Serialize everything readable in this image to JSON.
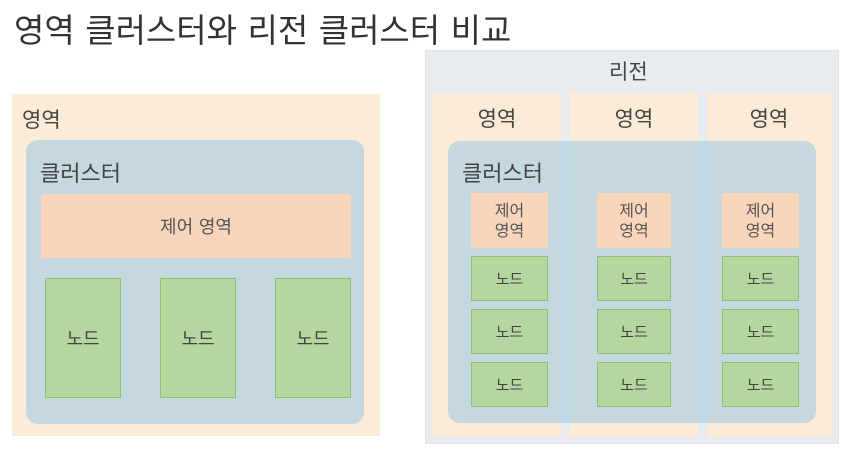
{
  "title": "영역 클러스터와 리전 클러스터 비교",
  "colors": {
    "zone": "#fcebd6",
    "cluster": "#b0d0e2",
    "control_plane": "#f8d5bb",
    "node": "#b6d6a0",
    "region": "#e8ecf1"
  },
  "zonal": {
    "zone_label": "영역",
    "cluster_label": "클러스터",
    "control_plane_label": "제어 영역",
    "nodes": [
      "노드",
      "노드",
      "노드"
    ]
  },
  "regional": {
    "region_label": "리전",
    "zones": [
      "영역",
      "영역",
      "영역"
    ],
    "cluster_label": "클러스터",
    "control_plane_label": "제어\n영역",
    "node_label": "노드"
  }
}
